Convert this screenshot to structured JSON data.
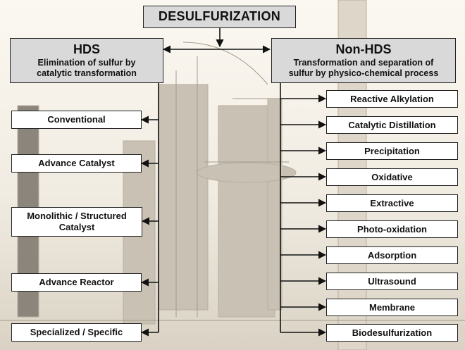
{
  "title": "DESULFURIZATION",
  "hds": {
    "title": "HDS",
    "subtitle_line1": "Elimination of sulfur by",
    "subtitle_line2": "catalytic transformation",
    "items": [
      "Conventional",
      "Advance Catalyst",
      "Monolithic / Structured Catalyst",
      "Advance Reactor",
      "Specialized / Specific"
    ]
  },
  "non_hds": {
    "title": "Non-HDS",
    "subtitle_line1": "Transformation and separation of",
    "subtitle_line2": "sulfur by physico-chemical process",
    "items": [
      "Reactive Alkylation",
      "Catalytic Distillation",
      "Precipitation",
      "Oxidative",
      "Extractive",
      "Photo-oxidation",
      "Adsorption",
      "Ultrasound",
      "Membrane",
      "Biodesulfurization"
    ]
  }
}
